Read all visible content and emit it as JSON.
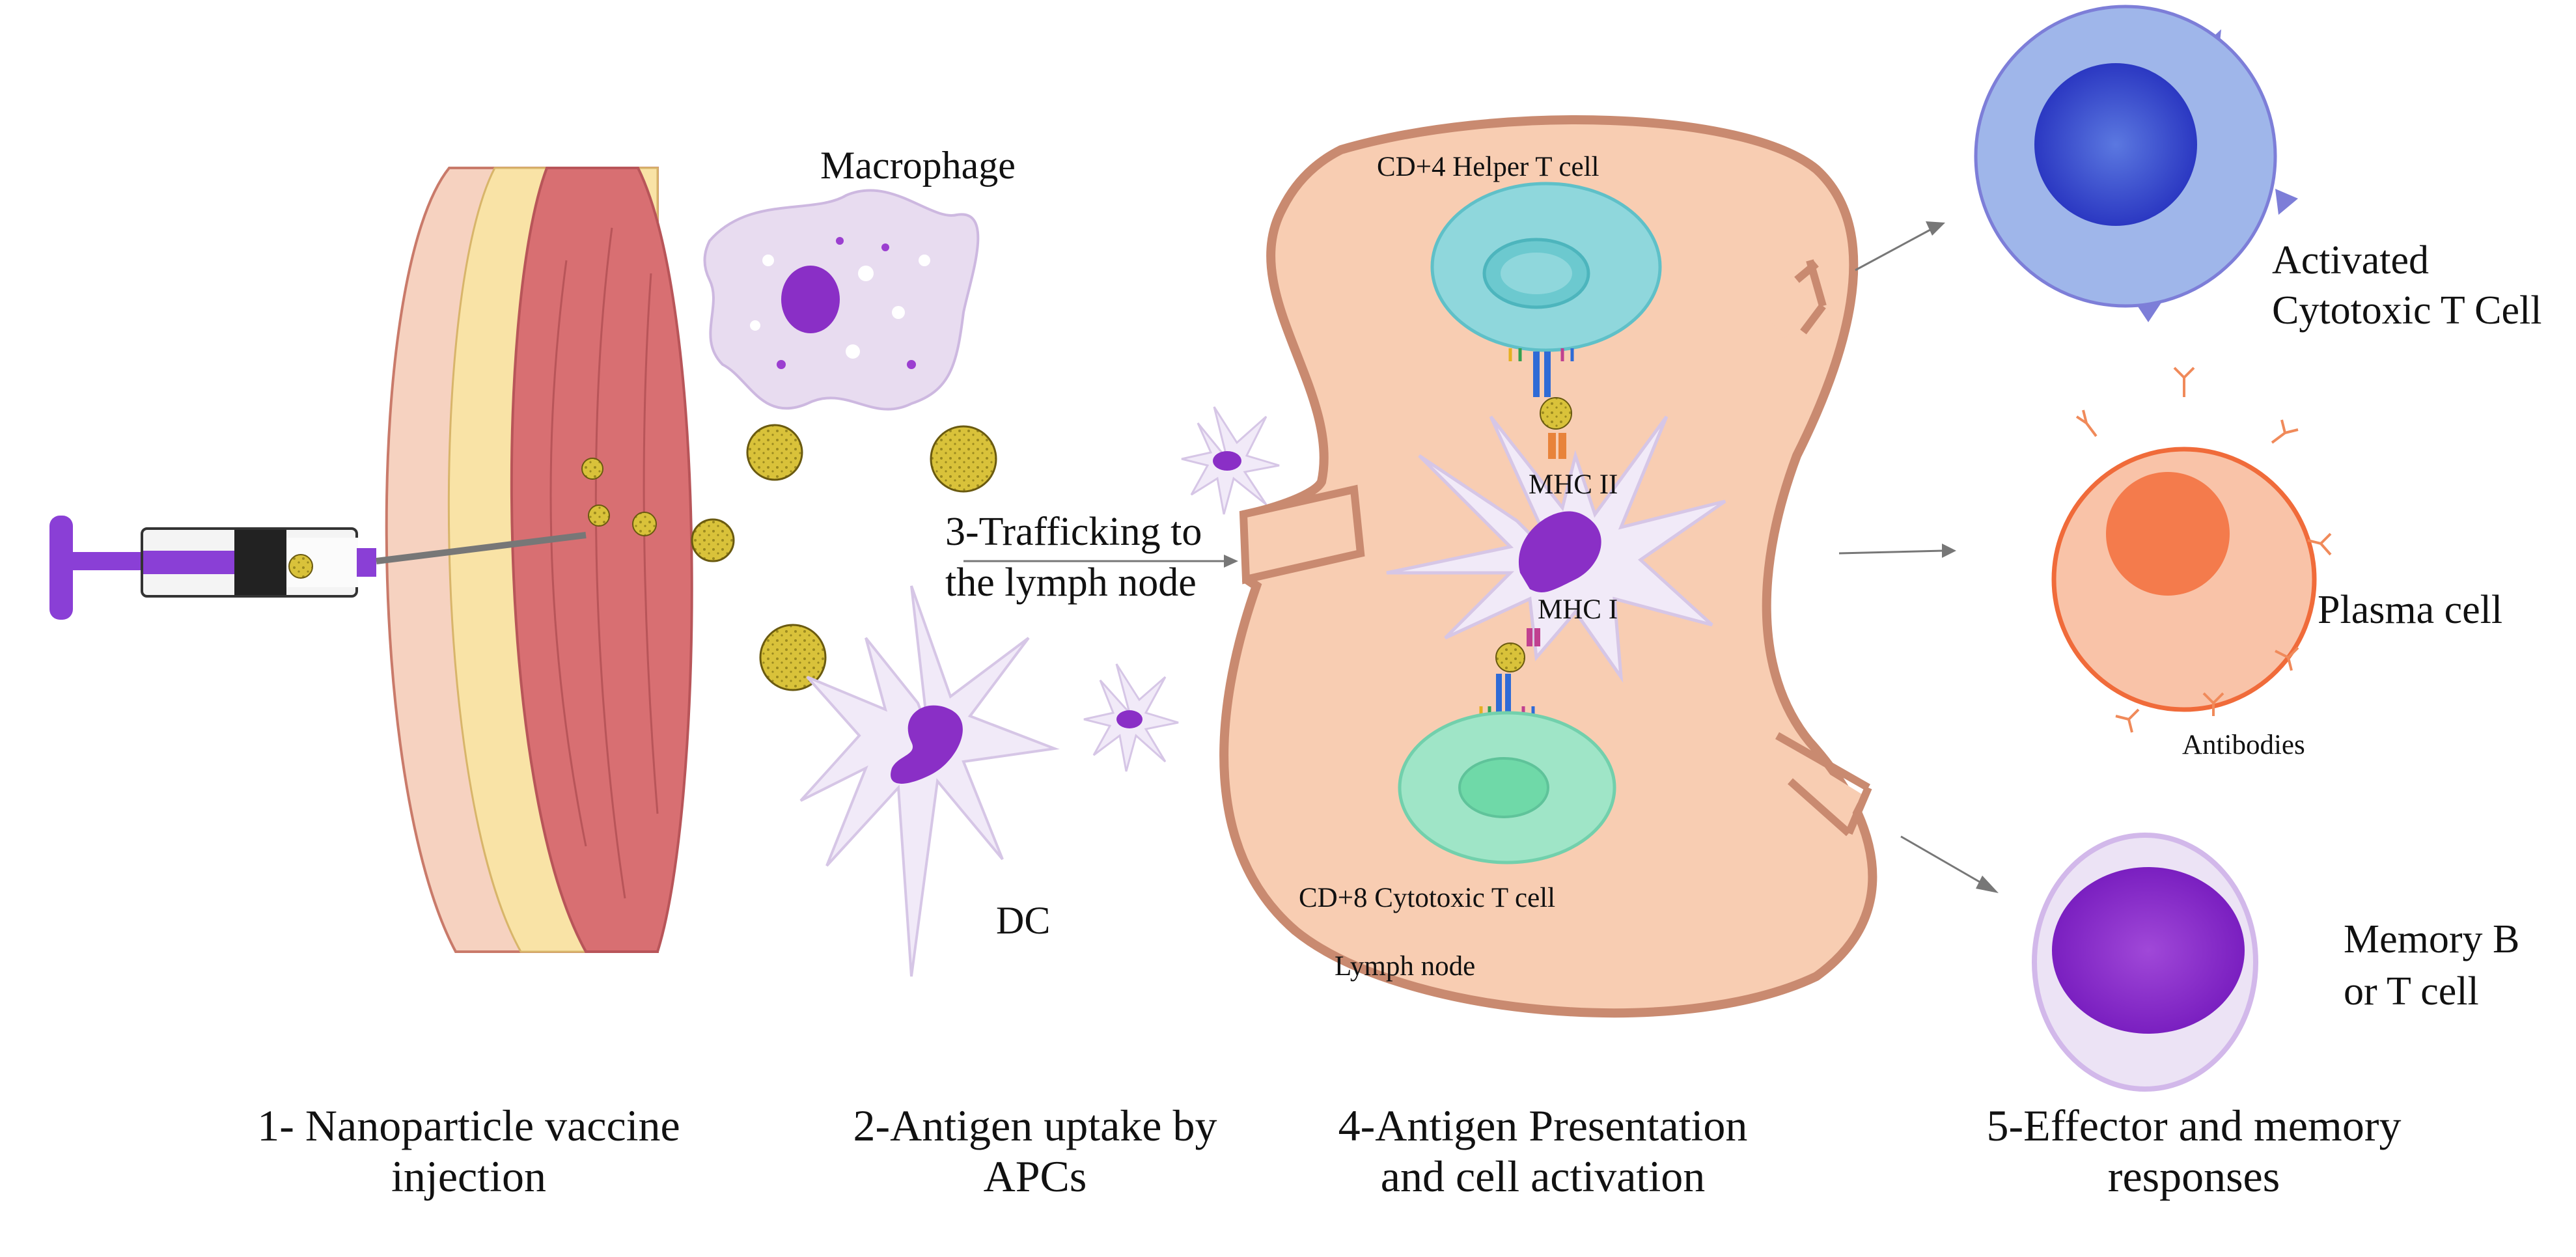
{
  "labels": {
    "macrophage": "Macrophage",
    "dc": "DC",
    "trafficking_line1": "3-Trafficking to",
    "trafficking_line2": "the lymph node",
    "cd4": "CD+4 Helper T cell",
    "mhc2": "MHC II",
    "mhc1": "MHC I",
    "cd8": "CD+8 Cytotoxic T cell",
    "lymph_node": "Lymph node",
    "activated_line1": "Activated",
    "activated_line2": "Cytotoxic T Cell",
    "plasma": "Plasma cell",
    "antibodies": "Antibodies",
    "memory_line1": "Memory B",
    "memory_line2": "or T cell"
  },
  "steps": {
    "step1_line1": "1- Nanoparticle vaccine",
    "step1_line2": "injection",
    "step2_line1": "2-Antigen uptake by",
    "step2_line2": "APCs",
    "step4_line1": "4-Antigen Presentation",
    "step4_line2": "and cell activation",
    "step5_line1": "5-Effector and memory",
    "step5_line2": "responses"
  },
  "colors": {
    "syringe": "#8a3fd6",
    "nanoparticle": "#d9c23a",
    "skin": "#f6d2c0",
    "fat": "#f9e3a6",
    "muscle": "#d86f72",
    "apc": "#e8dcf0",
    "apc_nucleus": "#8a2fc6",
    "lymph_node": "#f8cdb2",
    "lymph_border": "#c98a70",
    "helper_t": "#8fd7dc",
    "cytotoxic_t": "#9fe5c7",
    "activated": "#9fb6ea",
    "activated_nucleus": "#3b4fd0",
    "plasma": "#f9c3a8",
    "plasma_nucleus": "#f47b4c",
    "memory": "#ece3f5",
    "memory_nucleus": "#8a2fc6"
  }
}
